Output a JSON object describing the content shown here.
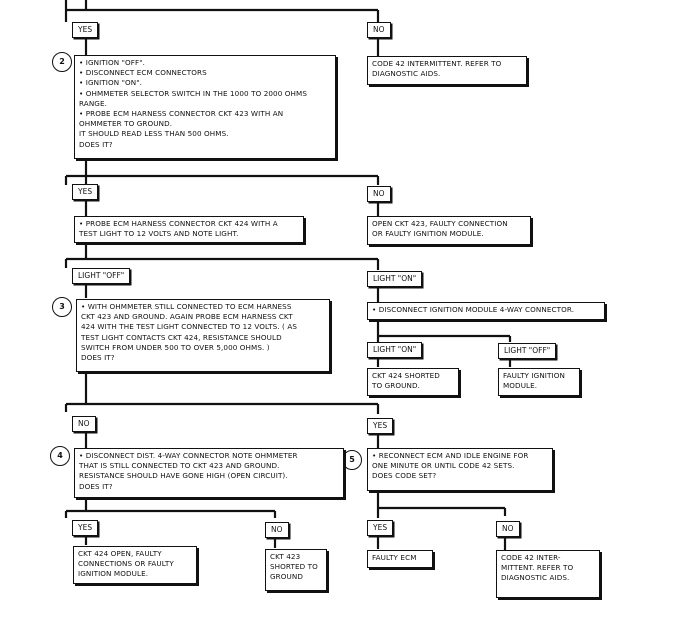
{
  "step_labels": [
    "2",
    "3",
    "4",
    "5"
  ],
  "answers": {
    "yes_top": "YES",
    "no_top": "NO",
    "yes_s2": "YES",
    "no_s2": "NO",
    "light_off_a": "LIGHT \"OFF\"",
    "light_on_a": "LIGHT \"ON\"",
    "light_on_b": "LIGHT \"ON\"",
    "light_off_b": "LIGHT \"OFF\"",
    "no_s3": "NO",
    "yes_s3": "YES",
    "yes_s4": "YES",
    "no_s4": "NO",
    "yes_s5": "YES",
    "no_s5": "NO"
  },
  "boxes": {
    "step2": "• IGNITION \"OFF\".\n• DISCONNECT ECM CONNECTORS\n• IGNITION \"ON\".\n• OHMMETER SELECTOR SWITCH IN THE 1000 TO 2000 OHMS\n   RANGE.\n• PROBE ECM HARNESS CONNECTOR CKT 423  WITH AN\n   OHMMETER TO GROUND.\n   IT SHOULD READ LESS THAN 500 OHMS.\n   DOES IT?",
    "code42_intermittent": "CODE 42 INTERMITTENT.  REFER TO\nDIAGNOSTIC AIDS.",
    "probe_424": "• PROBE ECM HARNESS CONNECTOR CKT 424 WITH A\n   TEST LIGHT TO 12 VOLTS AND NOTE LIGHT.",
    "open_423": "OPEN CKT 423, FAULTY CONNECTION\nOR FAULTY IGNITION MODULE.",
    "step3": "• WITH OHMMETER STILL CONNECTED TO ECM HARNESS\n   CKT 423 AND GROUND. AGAIN PROBE ECM HARNESS CKT\n   424 WITH THE TEST LIGHT CONNECTED TO 12 VOLTS.  ( AS\n   TEST LIGHT CONTACTS CKT 424, RESISTANCE SHOULD\n   SWITCH FROM UNDER 500 TO OVER 5,000 OHMS. )\n   DOES IT?",
    "disconnect_ign": "• DISCONNECT IGNITION MODULE 4-WAY CONNECTOR.",
    "ckt424_shorted": "CKT 424  SHORTED\nTO GROUND.",
    "faulty_ign_module": "FAULTY IGNITION\nMODULE.",
    "step4": "• DISCONNECT DIST. 4-WAY CONNECTOR   NOTE OHMMETER\n   THAT IS STILL CONNECTED TO CKT 423  AND GROUND.\n   RESISTANCE SHOULD HAVE GONE HIGH (OPEN CIRCUIT).\n   DOES IT?",
    "step5": "• RECONNECT ECM AND IDLE ENGINE FOR\n   ONE MINUTE OR UNTIL CODE 42 SETS.\n   DOES CODE SET?",
    "ckt424_open": "CKT 424 OPEN, FAULTY\nCONNECTIONS OR FAULTY\nIGNITION MODULE.",
    "ckt423_shorted": "CKT 423\nSHORTED TO\nGROUND",
    "faulty_ecm": "FAULTY ECM",
    "code42_inter2": "CODE 42 INTER-\nMITTENT.  REFER TO\nDIAGNOSTIC AIDS."
  }
}
